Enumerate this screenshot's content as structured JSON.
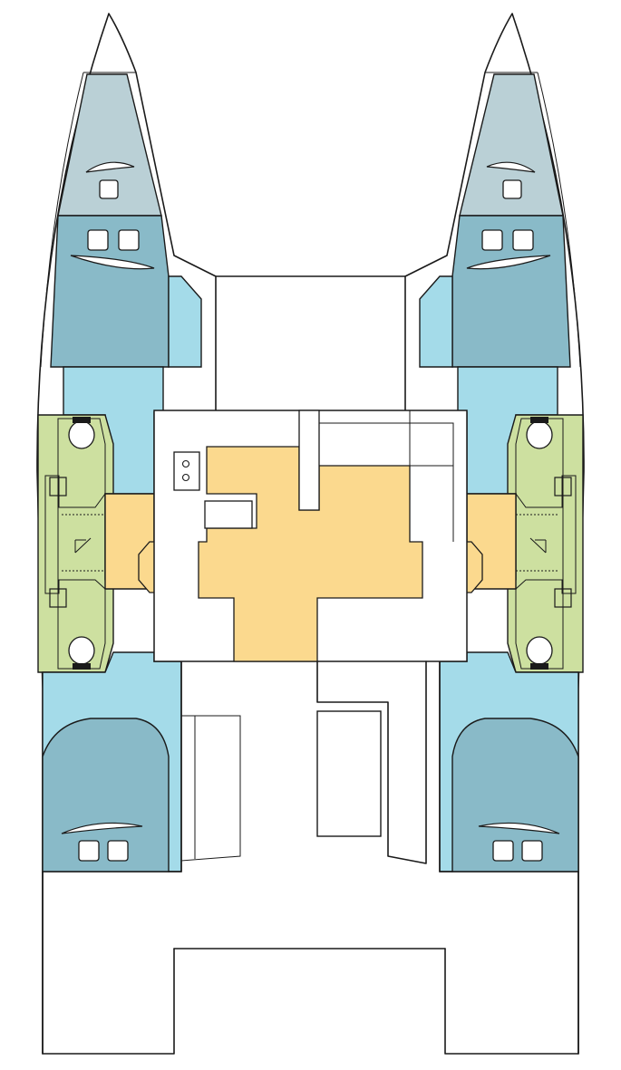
{
  "plan": {
    "type": "catamaran-deck-layout",
    "hulls": [
      "port-hull",
      "starboard-hull"
    ],
    "cabins": 4,
    "heads": 2,
    "colors": {
      "forepeak": "#bad0d6",
      "cabin": "#89bac8",
      "corridor": "#a4dbe9",
      "head": "#cde0a0",
      "saloon": "#fbd98e",
      "outline": "#1a1a1a",
      "background": "#ffffff"
    }
  }
}
